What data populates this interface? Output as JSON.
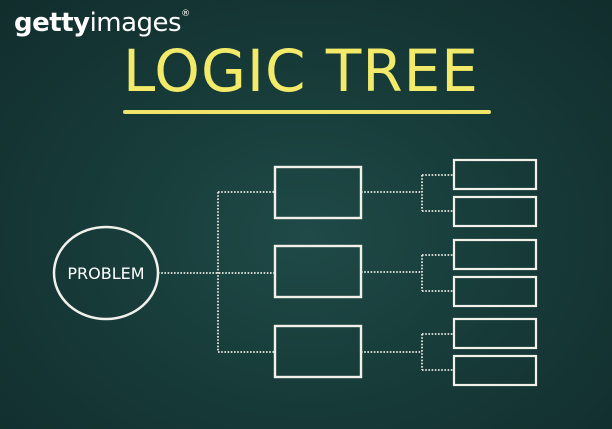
{
  "watermark": {
    "brand_bold": "getty",
    "brand_light": "images",
    "mark": "®"
  },
  "title": "LOGIC TREE",
  "root": {
    "label": "PROBLEM"
  },
  "colors": {
    "board": "#173c3a",
    "chalk": "#f1f1ea",
    "title": "#f3ea6a"
  }
}
